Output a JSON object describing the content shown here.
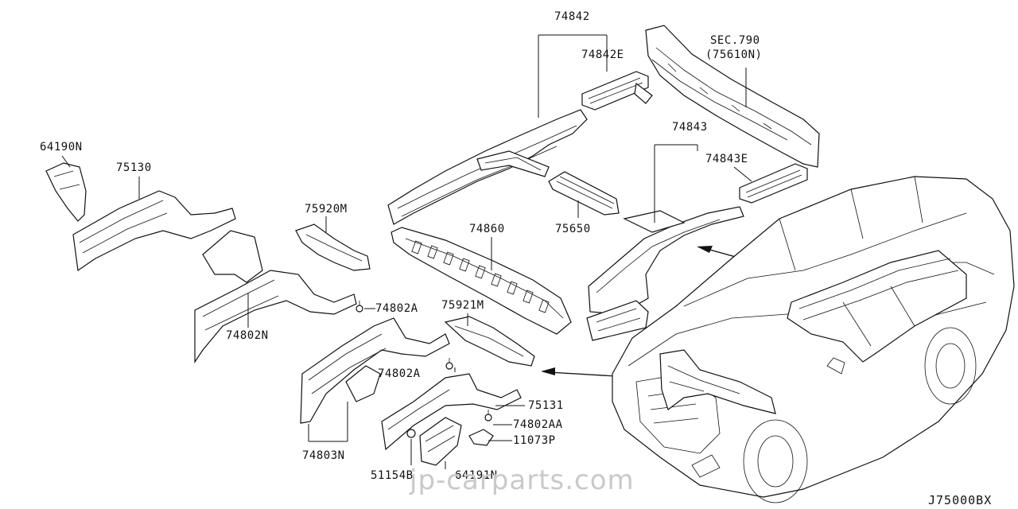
{
  "labels": {
    "p74842": "74842",
    "p74842E": "74842E",
    "sec790": "SEC.790",
    "sec790_sub": "(75610N)",
    "p74843": "74843",
    "p74843E": "74843E",
    "p64190N": "64190N",
    "p75130": "75130",
    "p75920M": "75920M",
    "p74860": "74860",
    "p75650": "75650",
    "p74802A_1": "74802A",
    "p74802N": "74802N",
    "p75921M": "75921M",
    "p74802A_2": "74802A",
    "p75131": "75131",
    "p74802AA": "74802AA",
    "p11073P": "11073P",
    "p74803N": "74803N",
    "p51154B": "51154B",
    "p64191N": "64191N"
  },
  "watermark": "jp-carparts.com",
  "diagram_code": "J75000BX"
}
